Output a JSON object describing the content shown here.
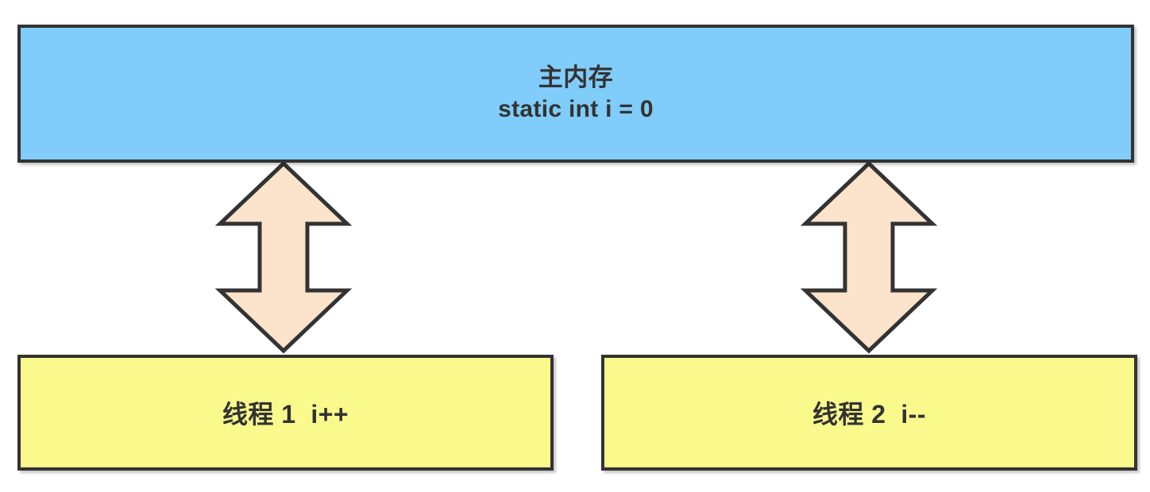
{
  "diagram": {
    "type": "java-memory-model-visibility",
    "background_color": "#FFFFFF",
    "main_memory": {
      "title": "主内存",
      "code": "static int i = 0",
      "fill_color": "#80CCFA",
      "border_color": "#333333",
      "text_color": "#333333"
    },
    "threads": [
      {
        "label": "线程 1  i++",
        "fill_color": "#FAFA8C",
        "border_color": "#333333",
        "text_color": "#333333"
      },
      {
        "label": "线程 2  i--",
        "fill_color": "#FAFA8C",
        "border_color": "#333333",
        "text_color": "#333333"
      }
    ],
    "connectors": [
      {
        "name": "double-headed-arrow-thread-1",
        "direction": "bidirectional-vertical",
        "from": "主内存",
        "to": "线程 1  i++",
        "fill_color": "#FCE3CB",
        "border_color": "#333333"
      },
      {
        "name": "double-headed-arrow-thread-2",
        "direction": "bidirectional-vertical",
        "from": "主内存",
        "to": "线程 2  i--",
        "fill_color": "#FCE3CB",
        "border_color": "#333333"
      }
    ]
  }
}
